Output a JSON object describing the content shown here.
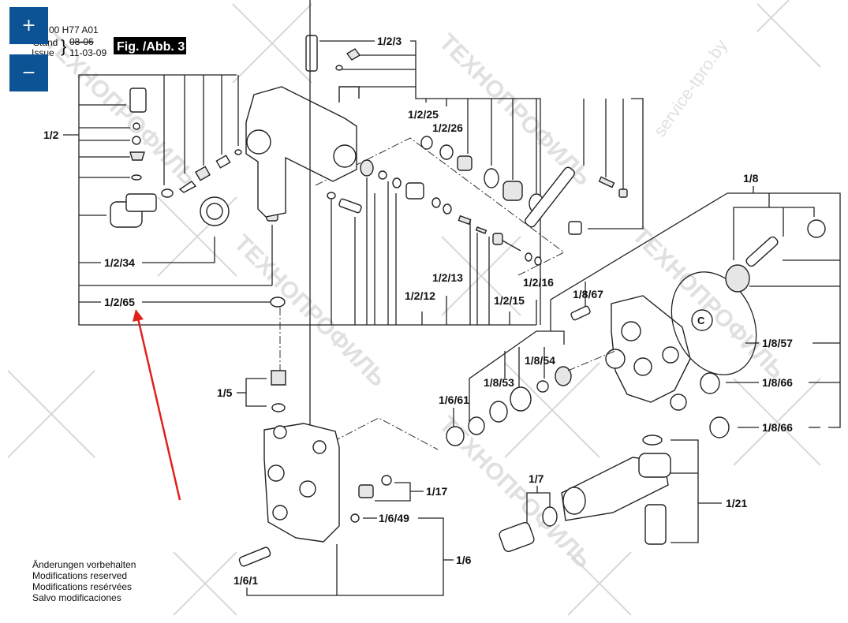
{
  "header": {
    "doc_number": "00 H77 A01",
    "stand_label": "Stand",
    "issue_label": "Issue",
    "stand_date_struck": "08-06",
    "issue_date": "11-03-09",
    "figure_label": "Fig. /Abb. 3"
  },
  "zoom_controls": {
    "zoom_in": "+",
    "zoom_out": "−"
  },
  "callouts": {
    "g_1_2": "1/2",
    "p_1_2_3": "1/2/3",
    "p_1_2_25": "1/2/25",
    "p_1_2_26": "1/2/26",
    "p_1_2_34": "1/2/34",
    "p_1_2_65": "1/2/65",
    "p_1_2_12": "1/2/12",
    "p_1_2_13": "1/2/13",
    "p_1_2_15": "1/2/15",
    "p_1_2_16": "1/2/16",
    "g_1_8": "1/8",
    "p_1_8_67": "1/8/67",
    "p_1_8_57": "1/8/57",
    "p_1_8_66a": "1/8/66",
    "p_1_8_66b": "1/8/66",
    "p_1_8_54": "1/8/54",
    "p_1_8_53": "1/8/53",
    "p_1_6_61": "1/6/61",
    "g_1_5": "1/5",
    "g_1_17": "1/17",
    "p_1_6_49": "1/6/49",
    "g_1_6": "1/6",
    "p_1_6_1": "1/6/1",
    "g_1_7": "1/7",
    "g_1_21": "1/21",
    "mark_c": "C"
  },
  "watermarks": [
    "ТЕХНОПРОФИЛЬ",
    "ТЕХНОПРОФИЛЬ",
    "ТЕХНОПРОФИЛЬ",
    "ТЕХНОПРОФИЛЬ",
    "ТЕХНОПРОФИЛЬ",
    "service-tpro.by"
  ],
  "annotation": {
    "arrow_color": "#e0201b",
    "points_to": "1/2/65"
  },
  "footer": {
    "lines": [
      "Änderungen vorbehalten",
      "Modifications reserved",
      "Modifications resérvées",
      "Salvo modificaciones"
    ]
  },
  "colors": {
    "zoom_button_bg": "#0b5394",
    "arrow": "#e0201b"
  }
}
